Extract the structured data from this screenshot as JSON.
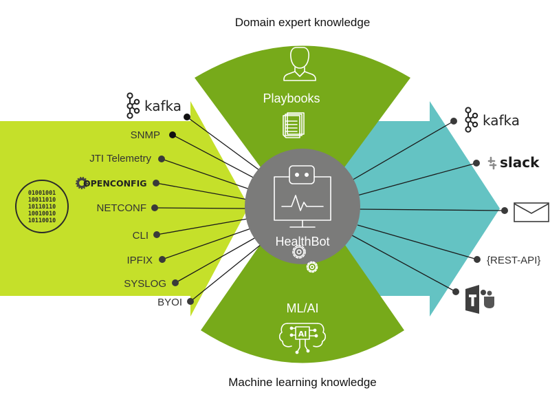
{
  "captions": {
    "top": "Domain expert knowledge",
    "bottom": "Machine learning knowledge"
  },
  "center": {
    "label": "HealthBot",
    "icon": "robot-monitor-icon"
  },
  "top_wedge": {
    "label": "Playbooks",
    "icons": [
      "person-icon",
      "documents-icon"
    ]
  },
  "bottom_wedge": {
    "label": "ML/AI",
    "icons": [
      "gears-icon",
      "ai-brain-icon"
    ]
  },
  "inputs": {
    "binary_icon": {
      "name": "binary-data-icon",
      "rows": [
        "01001001",
        "10011010",
        "10110110",
        "10010010",
        "10110010"
      ]
    },
    "sources": [
      {
        "label": "kafka",
        "kind": "logo",
        "icon": "kafka-icon"
      },
      {
        "label": "SNMP",
        "kind": "text"
      },
      {
        "label": "JTI Telemetry",
        "kind": "text"
      },
      {
        "label": "OPENCONFIG",
        "kind": "logo",
        "icon": "openconfig-gear-icon"
      },
      {
        "label": "NETCONF",
        "kind": "text"
      },
      {
        "label": "CLI",
        "kind": "text"
      },
      {
        "label": "IPFIX",
        "kind": "text"
      },
      {
        "label": "SYSLOG",
        "kind": "text"
      },
      {
        "label": "BYOI",
        "kind": "text"
      }
    ]
  },
  "outputs": {
    "sinks": [
      {
        "label": "kafka",
        "kind": "logo",
        "icon": "kafka-icon"
      },
      {
        "label": "slack",
        "kind": "logo",
        "icon": "slack-icon"
      },
      {
        "label": "",
        "kind": "icon",
        "icon": "email-envelope-icon"
      },
      {
        "label": "{REST-API}",
        "kind": "text"
      },
      {
        "label": "",
        "kind": "icon",
        "icon": "microsoft-teams-icon"
      }
    ]
  },
  "colors": {
    "input_arrow": "#c5e02a",
    "wedge_green": "#77aa1a",
    "output_arrow": "#64c3c3",
    "hub_gray": "#7b7b7a",
    "connector": "#1a1a1a",
    "dot": "#3a3a3a"
  }
}
